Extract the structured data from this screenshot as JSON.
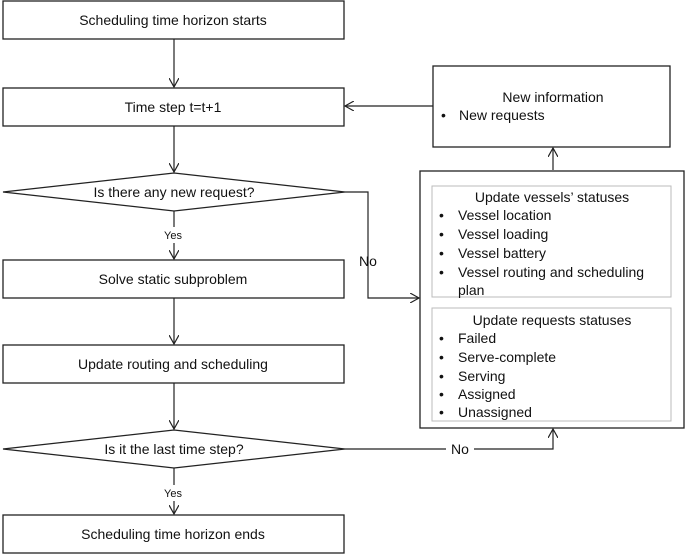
{
  "flow": {
    "start": "Scheduling time horizon starts",
    "time_step": "Time step t=t+1",
    "decision_new_request": "Is there any new request?",
    "yes_label_1": "Yes",
    "no_label_1": "No",
    "solve": "Solve static subproblem",
    "update_routing": "Update routing and scheduling",
    "decision_last": "Is it the last time step?",
    "yes_label_2": "Yes",
    "no_label_2": "No",
    "end": "Scheduling time horizon ends"
  },
  "new_information": {
    "title": "New information",
    "items": [
      "New requests"
    ]
  },
  "vessels": {
    "title": "Update vessels’ statuses",
    "items": [
      "Vessel location",
      "Vessel loading",
      "Vessel battery",
      "Vessel routing and scheduling",
      "plan"
    ]
  },
  "requests": {
    "title": "Update requests statuses",
    "items": [
      "Failed",
      "Serve-complete",
      "Serving",
      "Assigned",
      "Unassigned"
    ]
  }
}
